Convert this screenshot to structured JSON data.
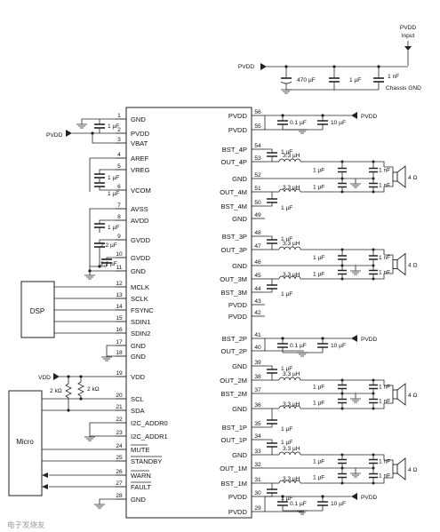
{
  "top": {
    "pvdd_input_line1": "PVDD",
    "pvdd_input_line2": "Input",
    "pvdd_rail_label": "PVDD",
    "cap_470": "470 µF",
    "cap_1u": "1 µF",
    "cap_1n": "1 nF",
    "chassis_gnd": "Chassis GND"
  },
  "left_pins": [
    {
      "num": "1",
      "name": "GND"
    },
    {
      "num": "2",
      "name": "PVDD"
    },
    {
      "num": "3",
      "name": "VBAT"
    },
    {
      "num": "4",
      "name": "AREF"
    },
    {
      "num": "5",
      "name": "VREG"
    },
    {
      "num": "6",
      "name": "VCOM"
    },
    {
      "num": "7",
      "name": "AVSS"
    },
    {
      "num": "8",
      "name": "AVDD"
    },
    {
      "num": "9",
      "name": "GVDD"
    },
    {
      "num": "10",
      "name": "GVDD"
    },
    {
      "num": "11",
      "name": "GND"
    },
    {
      "num": "12",
      "name": "MCLK"
    },
    {
      "num": "13",
      "name": "SCLK"
    },
    {
      "num": "14",
      "name": "FSYNC"
    },
    {
      "num": "15",
      "name": "SDIN1"
    },
    {
      "num": "16",
      "name": "SDIN2"
    },
    {
      "num": "17",
      "name": "GND"
    },
    {
      "num": "18",
      "name": "GND"
    },
    {
      "num": "19",
      "name": "VDD"
    },
    {
      "num": "20",
      "name": "SCL"
    },
    {
      "num": "21",
      "name": "SDA"
    },
    {
      "num": "22",
      "name": "I2C_ADDR0"
    },
    {
      "num": "23",
      "name": "I2C_ADDR1"
    },
    {
      "num": "24",
      "name": "MUTE"
    },
    {
      "num": "25",
      "name": "STANDBY"
    },
    {
      "num": "26",
      "name": "WARN"
    },
    {
      "num": "27",
      "name": "FAULT"
    },
    {
      "num": "28",
      "name": "GND"
    }
  ],
  "right_pins": [
    {
      "num": "56",
      "name": "PVDD"
    },
    {
      "num": "55",
      "name": "PVDD"
    },
    {
      "num": "54",
      "name": "BST_4P"
    },
    {
      "num": "53",
      "name": "OUT_4P"
    },
    {
      "num": "52",
      "name": "GND"
    },
    {
      "num": "51",
      "name": "OUT_4M"
    },
    {
      "num": "50",
      "name": "BST_4M"
    },
    {
      "num": "49",
      "name": "GND"
    },
    {
      "num": "48",
      "name": "BST_3P"
    },
    {
      "num": "47",
      "name": "OUT_3P"
    },
    {
      "num": "46",
      "name": "GND"
    },
    {
      "num": "45",
      "name": "OUT_3M"
    },
    {
      "num": "44",
      "name": "BST_3M"
    },
    {
      "num": "43",
      "name": "PVDD"
    },
    {
      "num": "42",
      "name": "PVDD"
    },
    {
      "num": "41",
      "name": "BST_2P"
    },
    {
      "num": "40",
      "name": "OUT_2P"
    },
    {
      "num": "39",
      "name": "GND"
    },
    {
      "num": "38",
      "name": "OUT_2M"
    },
    {
      "num": "37",
      "name": "BST_2M"
    },
    {
      "num": "36",
      "name": "GND"
    },
    {
      "num": "35",
      "name": "BST_1P"
    },
    {
      "num": "34",
      "name": "OUT_1P"
    },
    {
      "num": "33",
      "name": "GND"
    },
    {
      "num": "32",
      "name": "OUT_1M"
    },
    {
      "num": "31",
      "name": "BST_1M"
    },
    {
      "num": "30",
      "name": "PVDD"
    },
    {
      "num": "29",
      "name": "PVDD"
    }
  ],
  "left_components": {
    "pvdd_label": "PVDD",
    "vdd_label": "VDD",
    "cap_1u": "1 µF",
    "cap_22u": "2.2 µF",
    "res_2k": "2 kΩ",
    "dsp": "DSP",
    "micro": "Micro"
  },
  "right_components": {
    "pvdd_label": "PVDD",
    "cap_01u": "0.1 µF",
    "cap_10u": "10 µF",
    "cap_1u": "1 µF",
    "cap_1n": "1 nF",
    "ind_33u": "3.3 µH",
    "speaker_ohm": "4 Ω"
  },
  "watermark": "电子发烧友"
}
